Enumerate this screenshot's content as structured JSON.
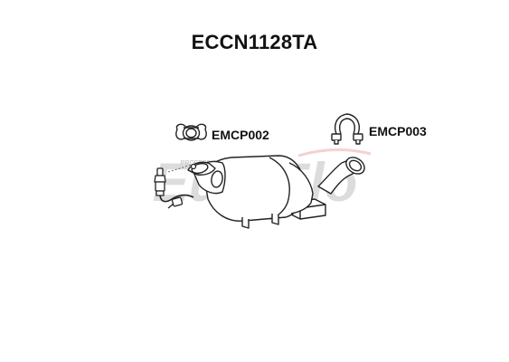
{
  "diagram": {
    "title": "ECCN1128TA",
    "parts": [
      {
        "code": "EMCP002",
        "icon": "exhaust-clamp-icon"
      },
      {
        "code": "EMCP003",
        "icon": "exhaust-clamp-icon"
      }
    ],
    "main_part_icon": "catalytic-converter-icon",
    "sensor_icon": "lambda-sensor-icon"
  },
  "watermark": {
    "brand": "EuroFlo",
    "tagline": "PROFESSIONAL EXHAUST SYSTEMS",
    "colors": {
      "brand_grey": "#d4d4d4",
      "brand_red": "#f2b8b8"
    }
  },
  "colors": {
    "line": "#222222",
    "fill": "#ffffff",
    "text": "#111111"
  }
}
